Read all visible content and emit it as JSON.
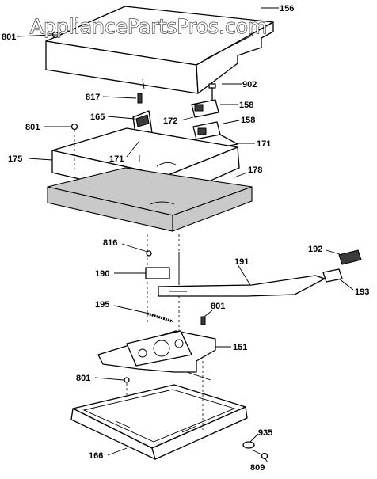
{
  "watermark": "AppliancePartsPros.com",
  "callouts": {
    "c156": "156",
    "c801_top": "801",
    "c902": "902",
    "c817": "817",
    "c158_upper": "158",
    "c165": "165",
    "c172": "172",
    "c158_lower": "158",
    "c801_mid": "801",
    "c171_right": "171",
    "c175": "175",
    "c171_left": "171",
    "c178": "178",
    "c816": "816",
    "c192": "192",
    "c190": "190",
    "c191": "191",
    "c193": "193",
    "c195": "195",
    "c801_lower": "801",
    "c151": "151",
    "c801_bottom": "801",
    "c935": "935",
    "c166": "166",
    "c809": "809"
  }
}
